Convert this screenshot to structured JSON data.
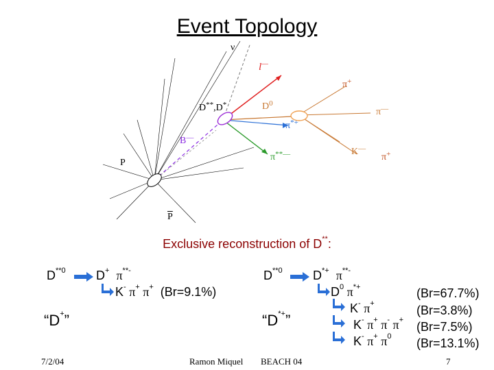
{
  "title": "Event Topology",
  "subtitle": "Exclusive reconstruction of D",
  "subtitle_sup": "**",
  "subtitle_end": ":",
  "diagram_labels": {
    "nubar": "ν",
    "lepton": "l",
    "pi_plus_top": "π",
    "pi_plus_top_sup": "+",
    "d0": "D",
    "d0_sup": "0",
    "dstar": "D",
    "dstar_sup": "**",
    "dstar2": ",D",
    "dstar2_sup": "*",
    "pi_minus": "π",
    "pi_minus_sup": "—",
    "pistar": "π",
    "pistar_sup": "*+",
    "bbar": "B",
    "k_minus": "K",
    "k_minus_sup": "—",
    "pi_plus_right": "π",
    "pi_plus_right_sup": "+",
    "pistarstar": "π",
    "pistarstar_sup": "**—",
    "p": "P",
    "pbar": "P"
  },
  "left": {
    "parent": "D",
    "parent_sup": "**0",
    "d1": "D",
    "d1_sup": "+",
    "d2": "π",
    "d2_sup": "**-",
    "sub": "K",
    "sub_sup": "-",
    "sub_rest": " π",
    "sub_rest_sup": "+",
    "sub_rest2": " π",
    "sub_rest2_sup": "+",
    "br": "(Br=9.1%)",
    "tag": "“D",
    "tag_sup": "+",
    "tag_end": "”"
  },
  "right": {
    "parent": "D",
    "parent_sup": "**0",
    "d1": "D",
    "d1_sup": "*+",
    "d2": "π",
    "d2_sup": "**-",
    "tag": "“D",
    "tag_sup": "*+",
    "tag_end": "”",
    "decays": [
      {
        "text": "D",
        "sup": "0",
        "rest": " π",
        "rest_sup": "*+",
        "br": "(Br=67.7%)"
      },
      {
        "text": "K",
        "sup": "-",
        "rest": " π",
        "rest_sup": "+",
        "br": "(Br=3.8%)"
      },
      {
        "text": "K",
        "sup": "-",
        "rest": " π",
        "rest_sup": "+",
        "rest2": " π",
        "rest2_sup": "-",
        "rest3": " π",
        "rest3_sup": "+",
        "br": "(Br=7.5%)"
      },
      {
        "text": "K",
        "sup": "-",
        "rest": " π",
        "rest_sup": "+",
        "rest2": " π",
        "rest2_sup": "0",
        "br": "(Br=13.1%)"
      }
    ]
  },
  "footer": {
    "date": "7/2/04",
    "author": "Ramon Miquel",
    "conference": "BEACH 04",
    "page": "7"
  },
  "colors": {
    "subtitle": "#8b0000",
    "lepton": "#e02020",
    "d0_track": "#c87832",
    "dstar_vertex": "#9b2bd6",
    "d0_vertex": "#f0a050",
    "pion_green": "#2a9a2a",
    "b_dashed": "#8b2be2",
    "arrow": "#2a6fd6"
  }
}
